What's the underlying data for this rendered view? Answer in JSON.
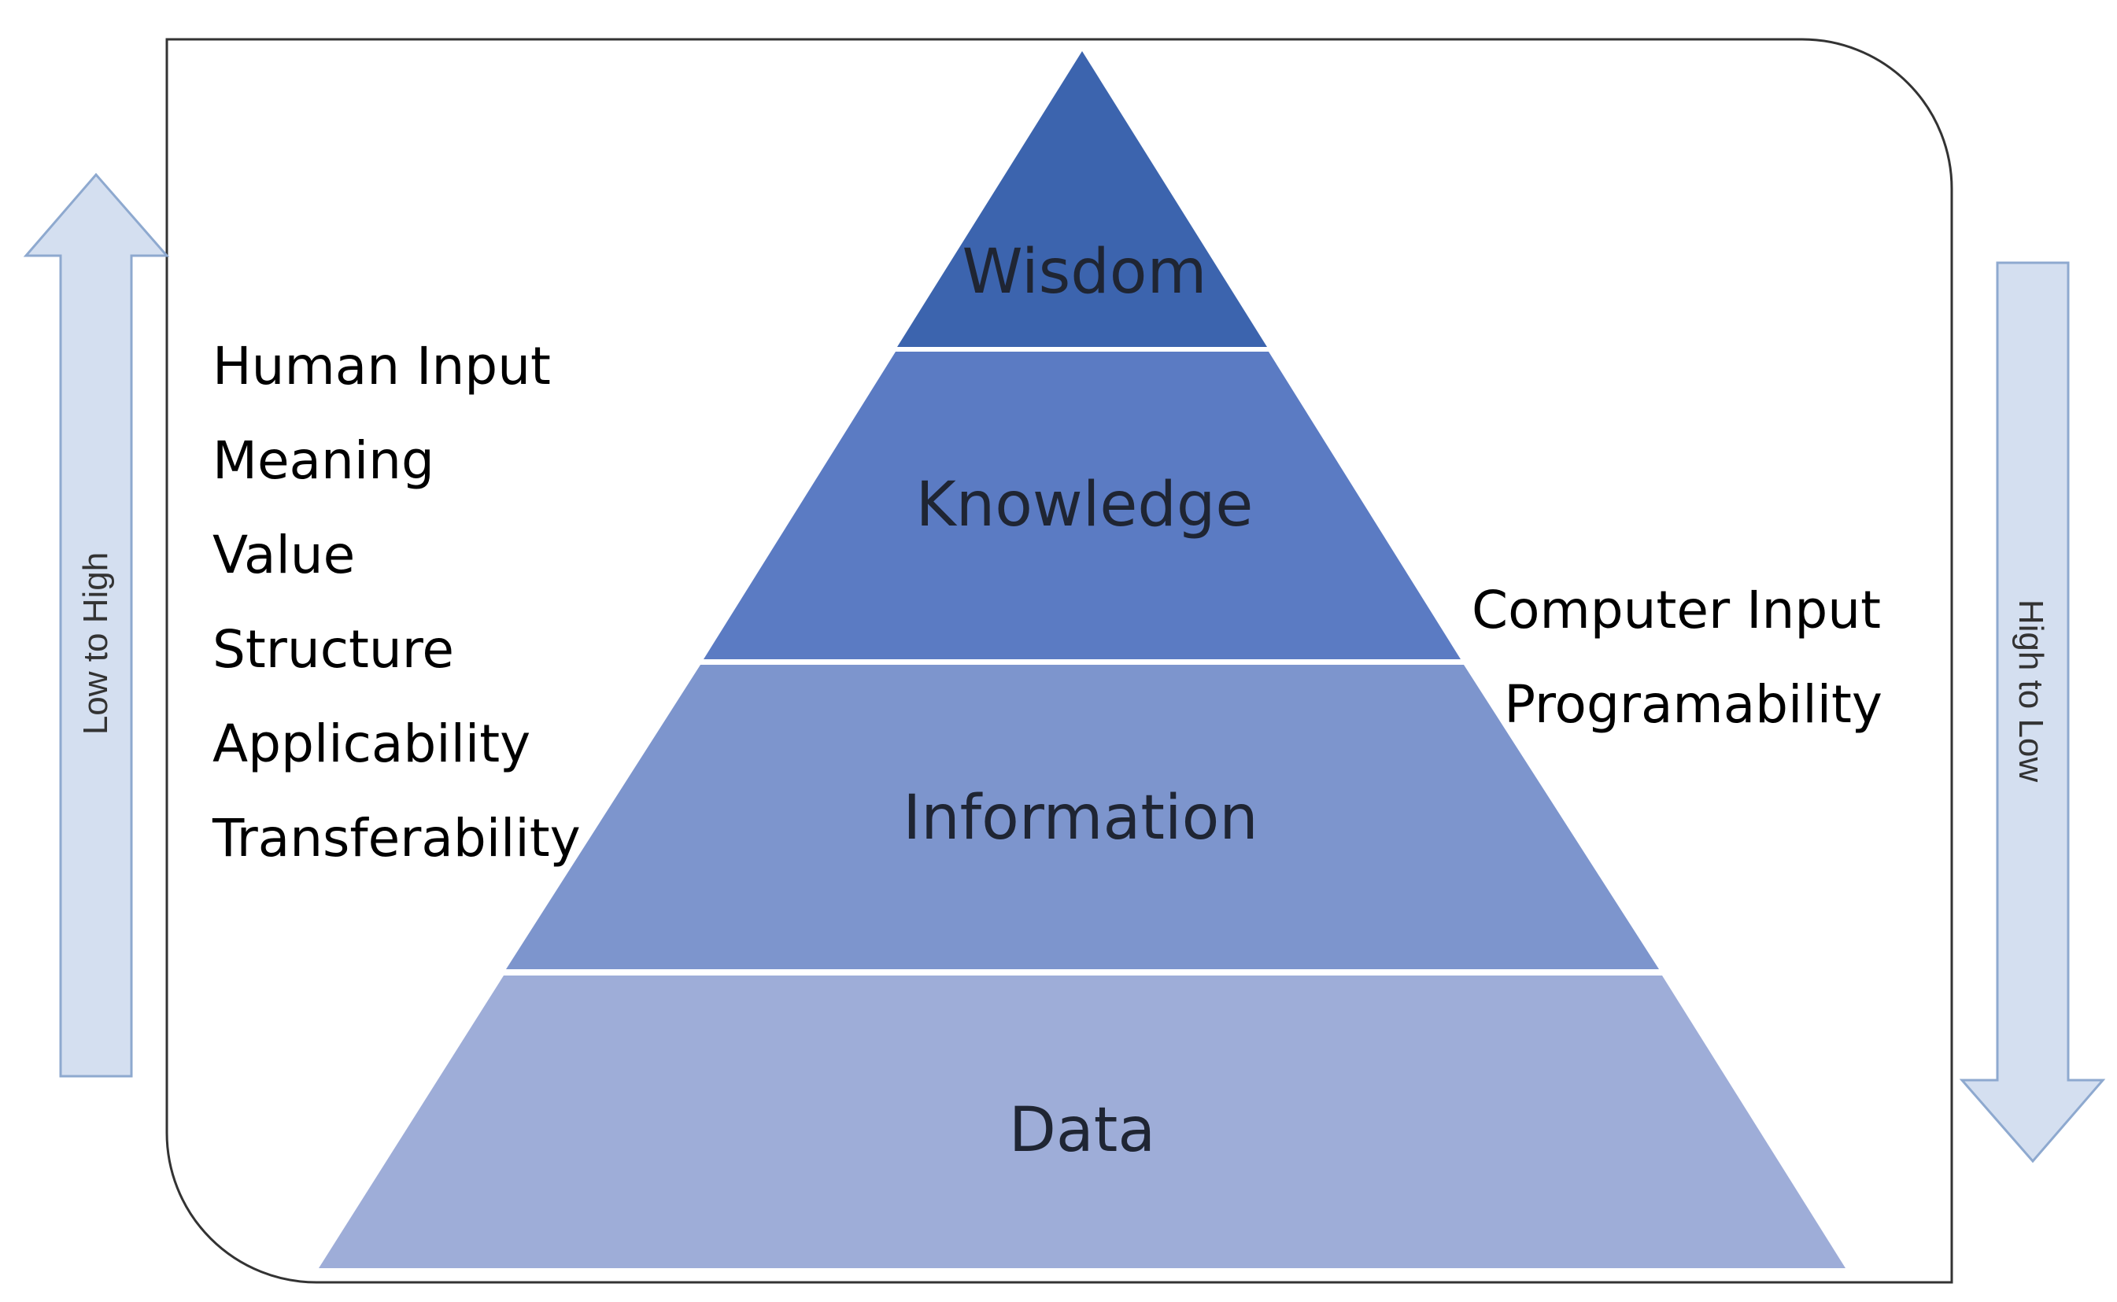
{
  "pyramid": {
    "tiers": [
      {
        "label": "Wisdom",
        "color": "#3c64ae"
      },
      {
        "label": "Knowledge",
        "color": "#5b7bc3"
      },
      {
        "label": "Information",
        "color": "#7d95cd"
      },
      {
        "label": "Data",
        "color": "#9eadd8"
      }
    ]
  },
  "left_attributes": [
    "Human Input",
    "Meaning",
    "Value",
    "Structure",
    "Applicability",
    "Transferability"
  ],
  "right_attributes": [
    "Computer Input",
    "Programability"
  ],
  "left_arrow": {
    "label": "Low to High",
    "direction": "up",
    "color": "#d4dff0"
  },
  "right_arrow": {
    "label": "High to Low",
    "direction": "down",
    "color": "#d4dff0"
  },
  "frame": {
    "border_color": "#333333"
  }
}
